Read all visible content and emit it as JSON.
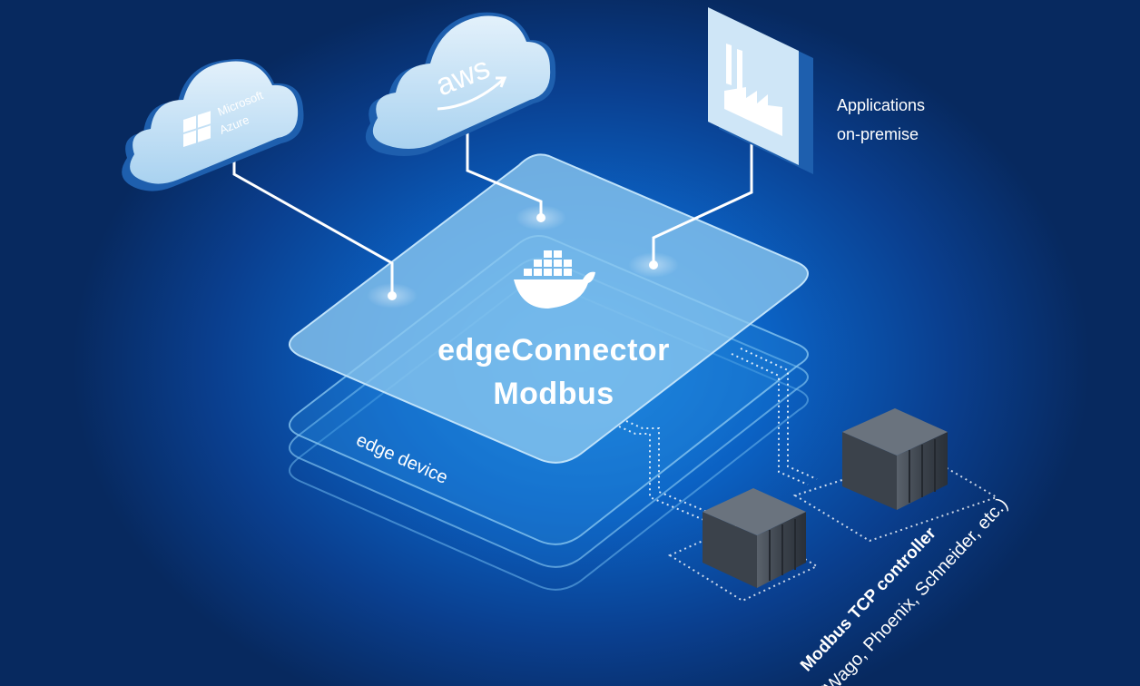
{
  "clouds": {
    "azure": {
      "line1": "Microsoft",
      "line2": "Azure"
    },
    "aws": {
      "logo_text": "aws"
    }
  },
  "applications": {
    "line1": "Applications",
    "line2": "on-premise"
  },
  "platform": {
    "title_line1": "edgeConnector",
    "title_line2": "Modbus",
    "device_label": "edge device"
  },
  "controllers": {
    "title": "Modbus TCP controller",
    "vendors": "(Wago, Phoenix, Schneider, etc.)"
  },
  "icons": [
    "windows-logo-icon",
    "aws-smile-icon",
    "factory-icon",
    "docker-whale-icon",
    "server-rack-icon"
  ],
  "colors": {
    "background_center": "#1a8ae6",
    "background_edge": "#07295f",
    "cloud": "#cfe6f7",
    "platform": "#8cc8f0"
  }
}
